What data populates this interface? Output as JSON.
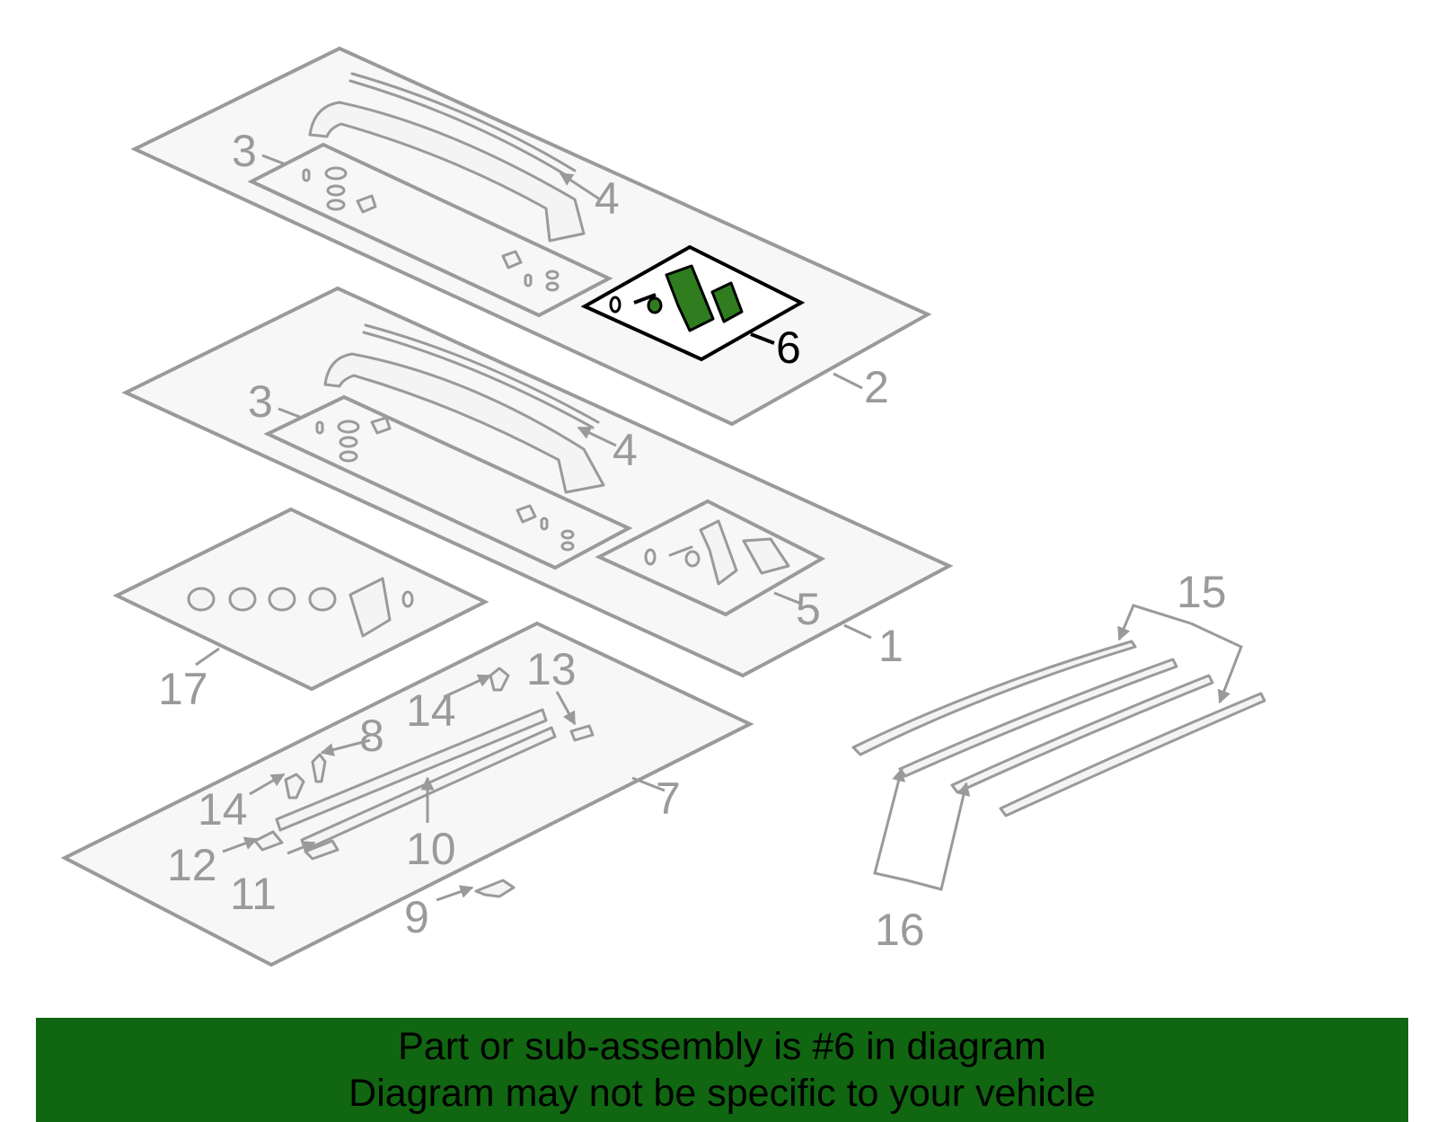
{
  "banner": {
    "line1": "Part or sub-assembly is #6 in diagram",
    "line2": "Diagram may not be specific to your vehicle",
    "background": "#116611"
  },
  "highlight": {
    "part_number": "6",
    "color": "#2f7d1e"
  },
  "colors": {
    "line": "#9a9a9a",
    "panel_fill": "#f7f7f7",
    "highlight_outline": "#000000"
  },
  "labels": {
    "l1": "1",
    "l2": "2",
    "l3a": "3",
    "l3b": "3",
    "l4a": "4",
    "l4b": "4",
    "l5": "5",
    "l6": "6",
    "l7": "7",
    "l8": "8",
    "l9": "9",
    "l10": "10",
    "l11": "11",
    "l12": "12",
    "l13": "13",
    "l14a": "14",
    "l14b": "14",
    "l15": "15",
    "l16": "16",
    "l17": "17"
  }
}
